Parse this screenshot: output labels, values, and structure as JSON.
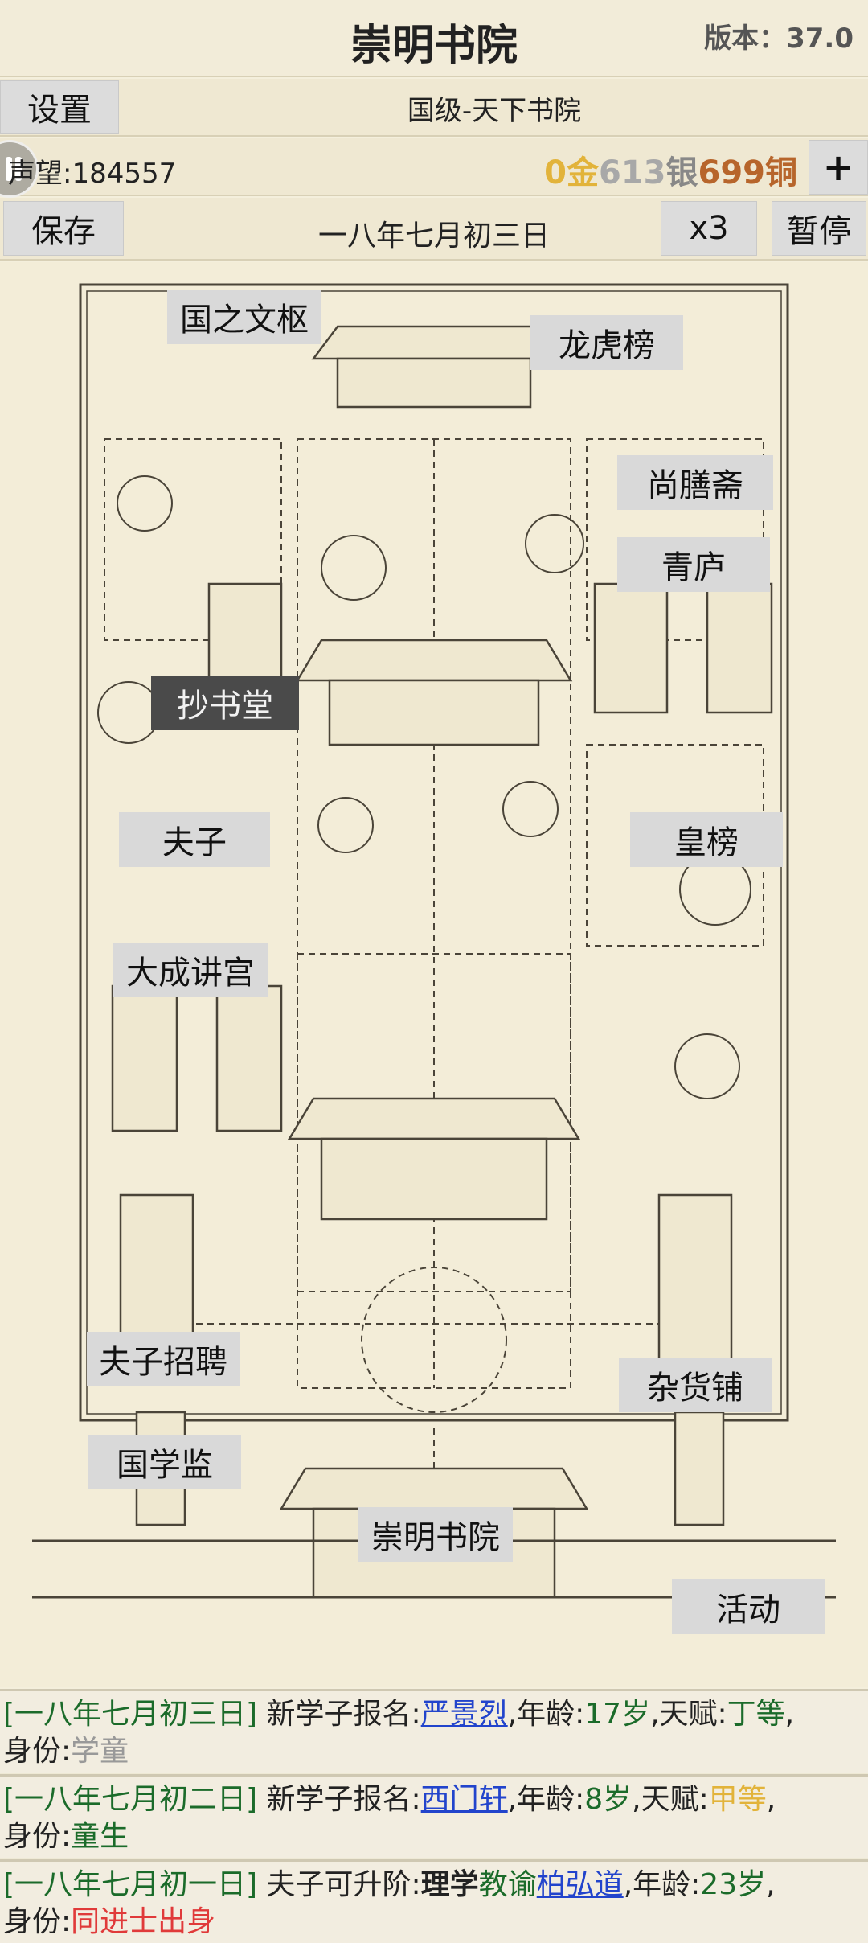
{
  "header": {
    "title": "崇明书院",
    "version": "版本：37.0"
  },
  "rank_row": {
    "settings_label": "设置",
    "rank": "国级-天下书院"
  },
  "fame_row": {
    "fame": "声望:184557",
    "money": {
      "gold": "0",
      "gold_unit": "金",
      "silver": "613",
      "silver_unit": "银",
      "copper": "699",
      "copper_unit": "铜"
    },
    "plus_label": "+"
  },
  "date_row": {
    "save_label": "保存",
    "date": "一八年七月初三日",
    "speed_label": "x3",
    "pause_label": "暂停"
  },
  "map_labels": {
    "guozhiwenshu": "国之文枢",
    "longhubang": "龙虎榜",
    "shangshanzhai": "尚膳斋",
    "qinglu": "青庐",
    "chaoshutang": "抄书堂",
    "fuzi": "夫子",
    "huangbang": "皇榜",
    "dachengjianggong": "大成讲宫",
    "fuzizhaopin": "夫子招聘",
    "zahuopu": "杂货铺",
    "guoxuejian": "国学监",
    "chongmingshuyuan": "崇明书院",
    "huodong": "活动"
  },
  "log": [
    {
      "date": "[一八年七月初三日]",
      "prefix": " 新学子报名:",
      "name": "严景烈",
      "age_text": ",年龄:",
      "age": "17岁",
      "talent_text": ",天赋:",
      "talent": "丁等",
      "tail": ",",
      "identity_text": "身份:",
      "identity": "学童"
    },
    {
      "date": "[一八年七月初二日]",
      "prefix": " 新学子报名:",
      "name": "西门轩",
      "age_text": ",年龄:",
      "age": "8岁",
      "talent_text": ",天赋:",
      "talent": "甲等",
      "tail": ",",
      "identity_text": "身份:",
      "identity": "童生"
    },
    {
      "date": "[一八年七月初一日]",
      "prefix": " 夫子可升阶:",
      "subject": "理学",
      "role": "教谕",
      "name": "柏弘道",
      "age_text": ",年龄:",
      "age": "23岁",
      "tail": ",",
      "identity_text": "身份:",
      "identity": "同进士出身"
    }
  ]
}
